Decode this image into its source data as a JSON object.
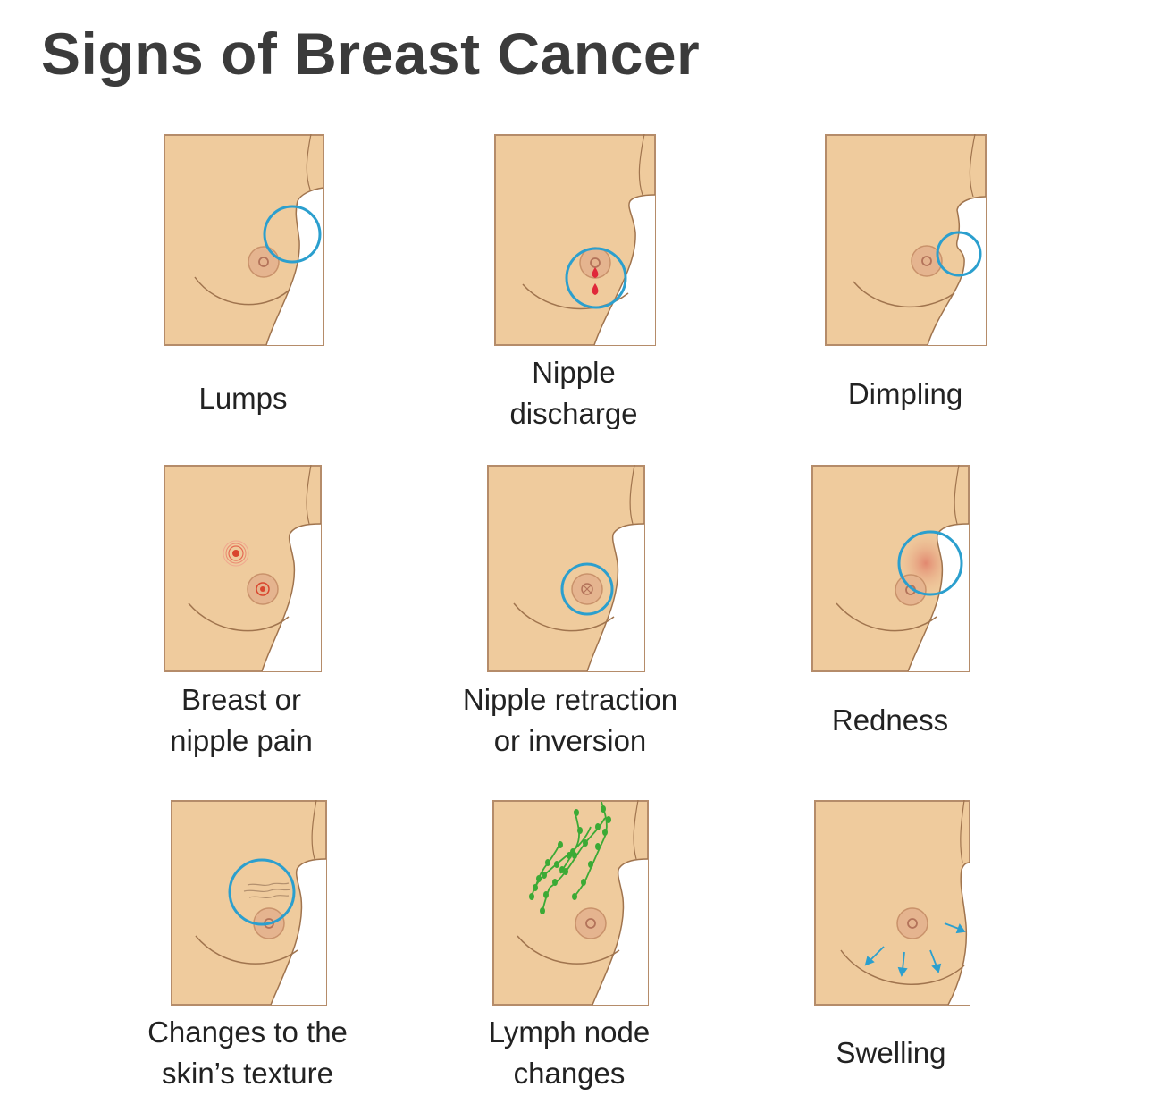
{
  "title": "Signs of Breast Cancer",
  "colors": {
    "skin": "#EFCB9D",
    "frame": "#B58C6A",
    "outline": "#A0744E",
    "areola": "#E5B48F",
    "nipple": "#B3735A",
    "circle": "#2B9FCE",
    "blood": "#E0283A",
    "lymph": "#3BAA35"
  },
  "signs": [
    {
      "id": "lumps",
      "label": "Lumps"
    },
    {
      "id": "nipple-discharge",
      "label": "Nipple\ndischarge"
    },
    {
      "id": "dimpling",
      "label": "Dimpling"
    },
    {
      "id": "breast-or-nipple-pain",
      "label": "Breast or\nnipple pain"
    },
    {
      "id": "nipple-retraction",
      "label": "Nipple retraction\nor inversion"
    },
    {
      "id": "redness",
      "label": "Redness"
    },
    {
      "id": "skin-texture",
      "label": "Changes to the\nskin’s texture"
    },
    {
      "id": "lymph-node",
      "label": "Lymph node\nchanges"
    },
    {
      "id": "swelling",
      "label": "Swelling"
    }
  ]
}
